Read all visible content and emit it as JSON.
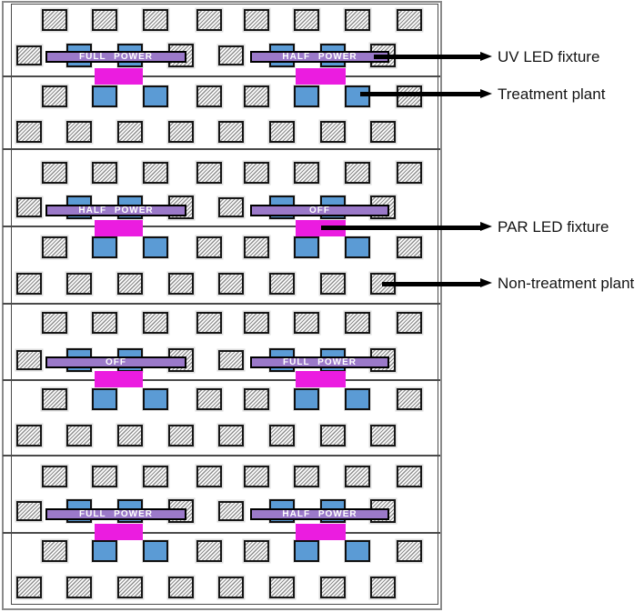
{
  "legend": {
    "items": [
      {
        "id": "uv-led-fixture",
        "label": "UV LED fixture"
      },
      {
        "id": "treatment-plant",
        "label": "Treatment plant"
      },
      {
        "id": "par-led-fixture",
        "label": "PAR LED fixture"
      },
      {
        "id": "non-treatment-plant",
        "label": "Non-treatment plant"
      }
    ]
  },
  "blocks": [
    {
      "bars": [
        {
          "label": "FULL POWER"
        },
        {
          "label": "HALF POWER"
        }
      ]
    },
    {
      "bars": [
        {
          "label": "HALF POWER"
        },
        {
          "label": "OFF"
        }
      ]
    },
    {
      "bars": [
        {
          "label": "OFF"
        },
        {
          "label": "FULL POWER"
        }
      ]
    },
    {
      "bars": [
        {
          "label": "FULL POWER"
        },
        {
          "label": "HALF POWER"
        }
      ]
    }
  ],
  "plant_patterns": {
    "top_row": "NNNNNNNN",
    "fixture_row": "NTTNNTTN",
    "below_fixture_row": "NTTNNTTN",
    "bottom_row": "NNNNNNNN",
    "key": {
      "N": "non-treatment plant",
      "T": "treatment plant"
    }
  },
  "colors": {
    "uv_led_bar": "#9b79c9",
    "par_led_fixture": "#eb1ce0",
    "treatment_plant": "#5b9bd5",
    "bar_text": "#ffffff",
    "arrow": "#000000"
  }
}
